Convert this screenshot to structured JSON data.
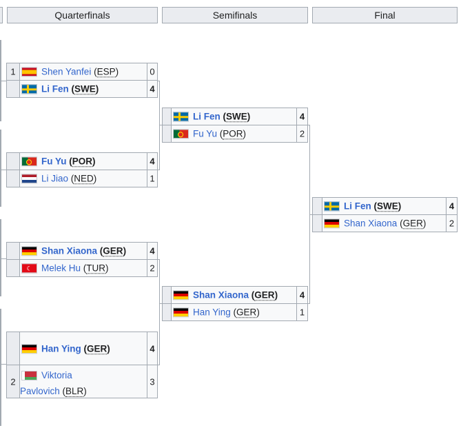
{
  "headers": {
    "qf": "Quarterfinals",
    "sf": "Semifinals",
    "final": "Final"
  },
  "qf": [
    {
      "seed": "1",
      "name": "Shen Yanfei",
      "code": "ESP",
      "flag": "esp",
      "score": "0",
      "win": false
    },
    {
      "seed": "",
      "name": "Li Fen",
      "code": "SWE",
      "flag": "swe",
      "score": "4",
      "win": true
    },
    {
      "seed": "",
      "name": "Fu Yu",
      "code": "POR",
      "flag": "por",
      "score": "4",
      "win": true
    },
    {
      "seed": "",
      "name": "Li Jiao",
      "code": "NED",
      "flag": "ned",
      "score": "1",
      "win": false
    },
    {
      "seed": "",
      "name": "Shan Xiaona",
      "code": "GER",
      "flag": "ger",
      "score": "4",
      "win": true
    },
    {
      "seed": "",
      "name": "Melek Hu",
      "code": "TUR",
      "flag": "tur",
      "score": "2",
      "win": false
    },
    {
      "seed": "",
      "name": "Han Ying",
      "code": "GER",
      "flag": "ger",
      "score": "4",
      "win": true
    },
    {
      "seed": "2",
      "name_line1": "Viktoria",
      "name_line2": "Pavlovich",
      "code": "BLR",
      "flag": "blr",
      "score": "3",
      "win": false
    }
  ],
  "sf": [
    {
      "name": "Li Fen",
      "code": "SWE",
      "flag": "swe",
      "score": "4",
      "win": true
    },
    {
      "name": "Fu Yu",
      "code": "POR",
      "flag": "por",
      "score": "2",
      "win": false
    },
    {
      "name": "Shan Xiaona",
      "code": "GER",
      "flag": "ger",
      "score": "4",
      "win": true
    },
    {
      "name": "Han Ying",
      "code": "GER",
      "flag": "ger",
      "score": "1",
      "win": false
    }
  ],
  "final": [
    {
      "name": "Li Fen",
      "code": "SWE",
      "flag": "swe",
      "score": "4",
      "win": true
    },
    {
      "name": "Shan Xiaona",
      "code": "GER",
      "flag": "ger",
      "score": "2",
      "win": false
    }
  ],
  "flag_glyphs": {
    "tur": "☾"
  }
}
